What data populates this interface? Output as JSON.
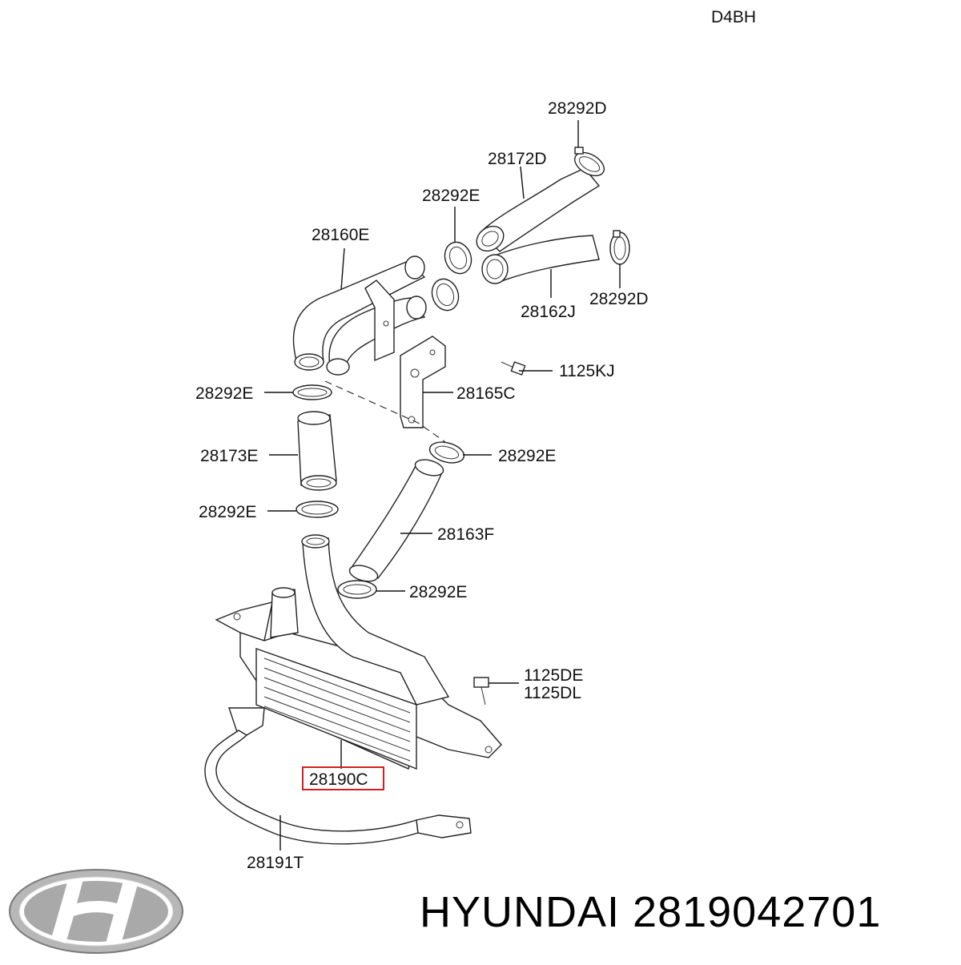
{
  "engine_code": "D4BH",
  "brand": {
    "name": "HYUNDAI",
    "part_number": "2819042701",
    "logo": "hyundai-logo"
  },
  "highlight_color": "#d21e1e",
  "callouts": {
    "c1": "28292D",
    "c2": "28172D",
    "c3": "28292E",
    "c4": "28160E",
    "c5": "28162J",
    "c6": "28292D",
    "c7": "1125KJ",
    "c8": "28292E",
    "c9": "28165C",
    "c10": "28173E",
    "c11": "28292E",
    "c12": "28292E",
    "c13": "28163F",
    "c14": "28292E",
    "c15a": "1125DE",
    "c15b": "1125DL",
    "c16": "28190C",
    "c17": "28191T"
  }
}
